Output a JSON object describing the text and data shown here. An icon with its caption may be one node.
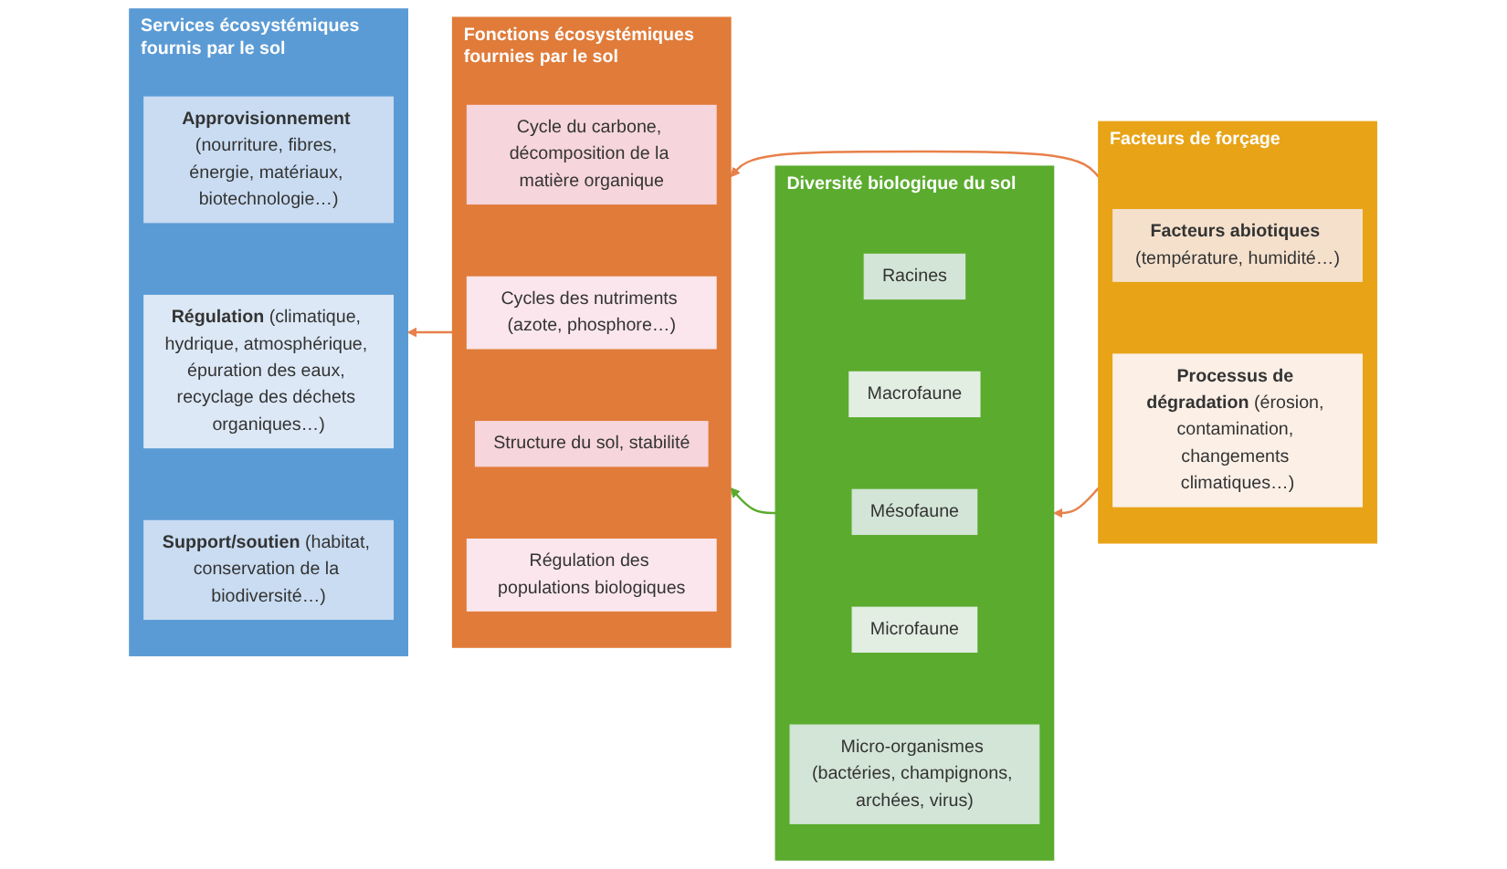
{
  "diagram": {
    "nodes": [
      {
        "text": [
          "Facteurs de forçage"
        ]
      },
      {
        "text": [
          "**Facteurs abiotiques** (température, humidité…)"
        ],
        "in": 0
      },
      {
        "text": [
          "**Processus de dégradation** (érosion, contamination, changements climatiques…)"
        ],
        "in": 0
      },
      {
        "text": [
          "Services écosystémiques fournis par le sol"
        ]
      },
      {
        "text": [
          "**Approvisionnement** (nourriture, fibres, énergie, matériaux, biotechnologie…)"
        ],
        "in": 3
      },
      {
        "text": [
          "**Régulation** (climatique, hydrique, atmosphérique, épuration des eaux, recyclage des déchets organiques…)"
        ],
        "in": 3
      },
      {
        "text": [
          "**Support/soutien** (habitat, conservation de la biodiversité…)"
        ],
        "in": 3
      },
      {
        "text": [
          "Fonctions écosystémiques fournies par le sol"
        ]
      },
      {
        "text": [
          "Cycle du carbone, décomposition de la matière organique"
        ],
        "in": 7
      },
      {
        "text": [
          "Cycles des nutriments (azote, phosphore…)"
        ],
        "in": 7
      },
      {
        "text": [
          "Structure du sol, stabilité"
        ],
        "in": 7
      },
      {
        "text": [
          "Régulation des populations biologiques"
        ],
        "in": 7
      },
      {
        "text": [
          "Diversité biologique du sol"
        ]
      },
      {
        "text": [
          "Racines"
        ],
        "in": 12
      },
      {
        "text": [
          "Macrofaune"
        ],
        "in": 12
      },
      {
        "text": [
          "Mésofaune"
        ],
        "in": 12
      },
      {
        "text": [
          "Microfaune"
        ],
        "in": 12
      },
      {
        "text": [
          "Micro-organismes (bactéries, champignons, archées, virus)"
        ],
        "in": 12
      }
    ],
    "edges": [
      {
        "from": 0,
        "to": 7,
        "arrow": "to"
      },
      {
        "from": 0,
        "to": 12,
        "arrow": "to"
      },
      {
        "from": 12,
        "to": 7,
        "arrow": "to",
        "color": "#5aab2e"
      },
      {
        "from": 7,
        "to": 3,
        "arrow": "to"
      }
    ]
  }
}
